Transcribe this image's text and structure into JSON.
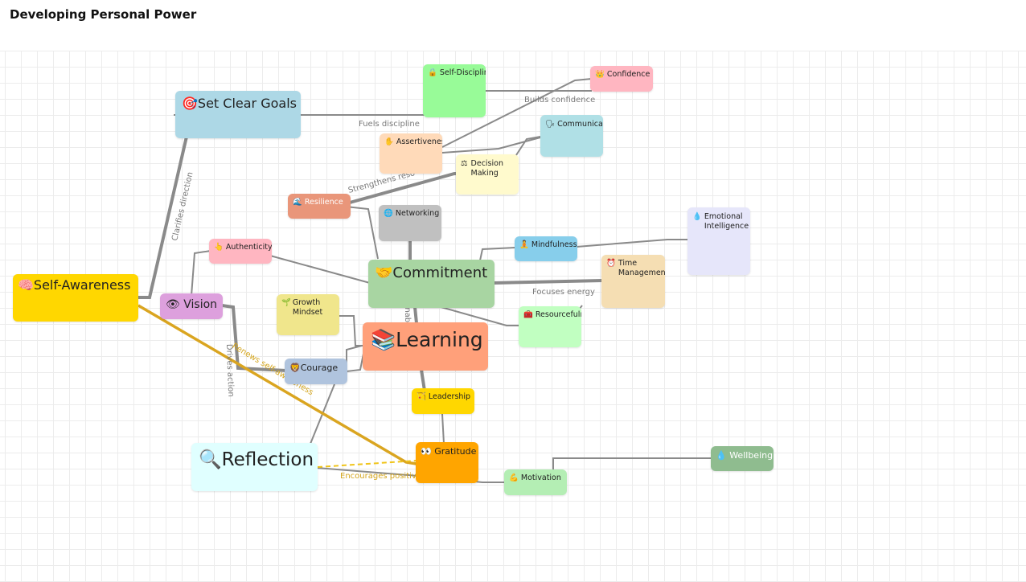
{
  "title": "Developing Personal Power",
  "nodes": {
    "self_awareness": {
      "icon": "🧠",
      "label": "Self-Awareness",
      "color": "#ffd700"
    },
    "set_clear_goals": {
      "icon": "🎯",
      "label": "Set Clear Goals",
      "color": "#add8e6"
    },
    "self_discipline": {
      "icon": "🔒",
      "label": "Self-Discipline",
      "color": "#98fb98"
    },
    "confidence": {
      "icon": "👑",
      "label": "Confidence",
      "color": "#ffb6c1"
    },
    "assertiveness": {
      "icon": "✋",
      "label": "Assertiveness",
      "color": "#ffdab9"
    },
    "communication": {
      "icon": "🗣",
      "label": "Communication",
      "color": "#b0e0e6"
    },
    "decision_making": {
      "icon": "⚖",
      "label": "Decision Making",
      "color": "#fffacd"
    },
    "resilience": {
      "icon": "🌊",
      "label": "Resilience",
      "color": "#e9967a"
    },
    "networking": {
      "icon": "🌐",
      "label": "Networking",
      "color": "#c0c0c0"
    },
    "emotional_intelligence": {
      "icon": "💧",
      "label": "Emotional Intelligence",
      "color": "#e6e6fa"
    },
    "mindfulness": {
      "icon": "🧘",
      "label": "Mindfulness",
      "color": "#87ceeb"
    },
    "authenticity": {
      "icon": "👆",
      "label": "Authenticity",
      "color": "#ffb6c1"
    },
    "commitment": {
      "icon": "🤝",
      "label": "Commitment",
      "color": "#a8d5a2"
    },
    "time_management": {
      "icon": "⏰",
      "label": "Time Management",
      "color": "#f5deb3"
    },
    "vision": {
      "icon": "👁",
      "label": "Vision",
      "color": "#dda0dd"
    },
    "growth_mindset": {
      "icon": "🌱",
      "label": "Growth Mindset",
      "color": "#f0e68c"
    },
    "learning": {
      "icon": "📚",
      "label": "Learning",
      "color": "#ffa07a"
    },
    "resourcefulness": {
      "icon": "🧰",
      "label": "Resourcefulness",
      "color": "#c1ffc1"
    },
    "courage": {
      "icon": "🦁",
      "label": "Courage",
      "color": "#b0c4de"
    },
    "leadership": {
      "icon": "🏹",
      "label": "Leadership",
      "color": "#ffd700"
    },
    "reflection": {
      "icon": "🔍",
      "label": "Reflection",
      "color": "#e0ffff"
    },
    "gratitude": {
      "icon": "👀",
      "label": "Gratitude",
      "color": "#ffa500"
    },
    "motivation": {
      "icon": "💪",
      "label": "Motivation",
      "color": "#b4eeb4"
    },
    "wellbeing": {
      "icon": "💧",
      "label": "Wellbeing",
      "color": "#8fbc8f"
    }
  },
  "edge_labels": {
    "clarifies_direction": "Clarifies direction",
    "fuels_discipline": "Fuels discipline",
    "builds_confidence": "Builds confidence",
    "strengthens_resolve": "Strengthens reso",
    "focuses_energy": "Focuses energy",
    "drives_action": "Drives action",
    "renews_self_awareness": "Renews self-awareness",
    "enables": "Enable",
    "encourages_positivity": "Encourages positivi"
  }
}
